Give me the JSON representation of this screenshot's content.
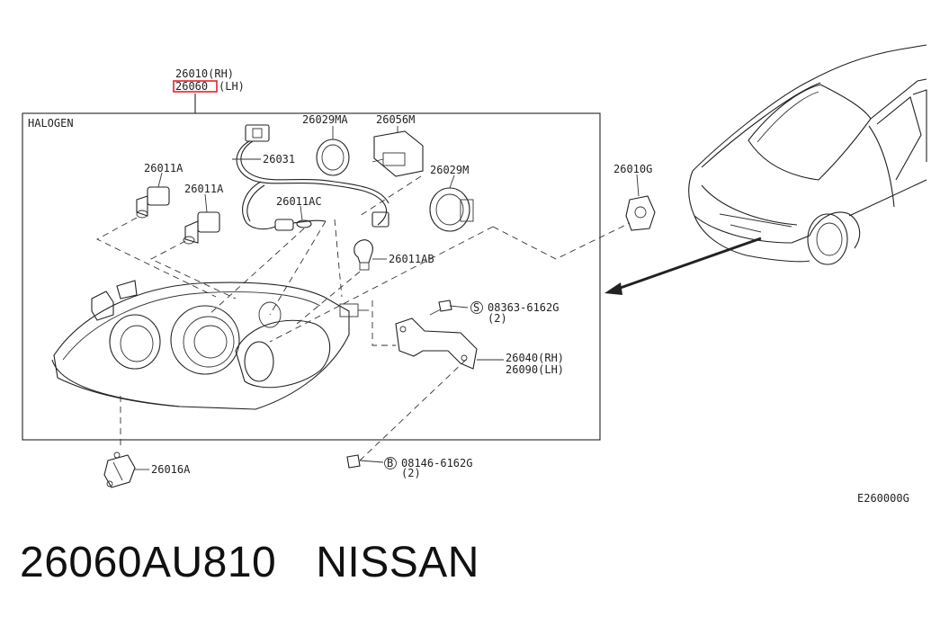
{
  "callouts": {
    "assembly_rh": "26010(RH)",
    "assembly_lh_code": "26060",
    "assembly_lh_suffix": "(LH)",
    "halogen": "HALOGEN",
    "harness": "26031",
    "ring_ma": "26029MA",
    "socket_m": "26056M",
    "bulb_a1": "26011A",
    "bulb_a2": "26011A",
    "bulb_ac": "26011AC",
    "ring_m": "26029M",
    "bulb_ab": "26011AB",
    "cover_g": "26010G",
    "screw_s": "08363-6162G",
    "screw_s_qty": "(2)",
    "bracket_rh": "26040(RH)",
    "bracket_lh": "26090(LH)",
    "bolt_b": "08146-6162G",
    "bolt_b_qty": "(2)",
    "motor": "26016A",
    "figure_code": "E260000G"
  },
  "symbols": {
    "s": "S",
    "b": "B"
  },
  "highlight_color": "#e8212b",
  "caption": {
    "part_number": "26060AU810",
    "brand": "NISSAN"
  }
}
